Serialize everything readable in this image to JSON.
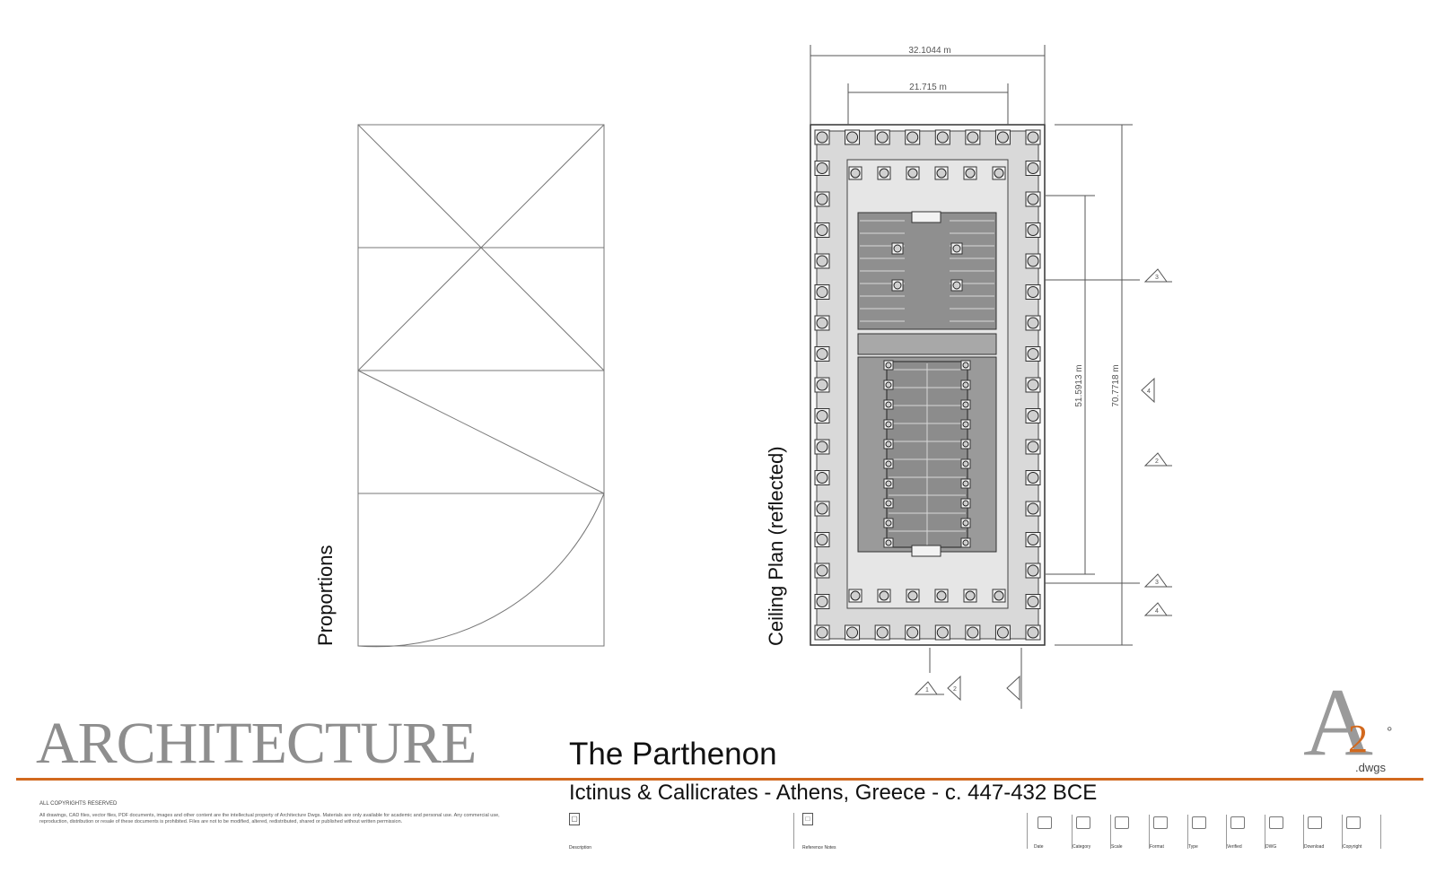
{
  "sheet": {
    "discipline": "ARCHITECTURE",
    "project_name": "The Parthenon",
    "project_subtitle": "Ictinus & Callicrates - Athens, Greece - c. 447-432 BCE",
    "logo": {
      "letter": "A",
      "superscript": "2",
      "suffix": ".dwgs"
    },
    "accent_color": "#d2691e",
    "title_gray": "#8e8e8e"
  },
  "views": {
    "proportions_label": "Proportions",
    "ceiling_plan_label": "Ceiling Plan (reflected)"
  },
  "dimensions": {
    "overall_width": "32.1044 m",
    "cella_width": "21.715 m",
    "cella_length": "51.5913 m",
    "overall_length": "70.7718 m"
  },
  "section_markers": [
    "3",
    "4",
    "2",
    "3",
    "4",
    "1",
    "2"
  ],
  "copyright": {
    "heading": "ALL COPYRIGHTS RESERVED",
    "body": "All drawings, CAD files, vector files, PDF documents, images and other content are the intellectual property of Architecture Dwgs. Materials are only available for academic and personal use. Any commercial use, reproduction, distribution or resale of these documents is prohibited. Files are not to be modified, altered, redistributed, shared or published without written permission."
  },
  "info_boxes": [
    {
      "icon": "document-icon",
      "caption": "Description"
    },
    {
      "icon": "folder-icon",
      "caption": "Reference Notes"
    }
  ],
  "meta_cells": [
    {
      "icon": "calendar-icon",
      "label": "Date"
    },
    {
      "icon": "grid-icon",
      "label": "Category"
    },
    {
      "icon": "scale-icon",
      "label": "Scale"
    },
    {
      "icon": "page-icon",
      "label": "Format"
    },
    {
      "icon": "layers-icon",
      "label": "Type"
    },
    {
      "icon": "shield-icon",
      "label": "Verified"
    },
    {
      "icon": "sheet-icon",
      "label": "DWG"
    },
    {
      "icon": "download-icon",
      "label": "Download"
    },
    {
      "icon": "key-icon",
      "label": "Copyright"
    }
  ]
}
